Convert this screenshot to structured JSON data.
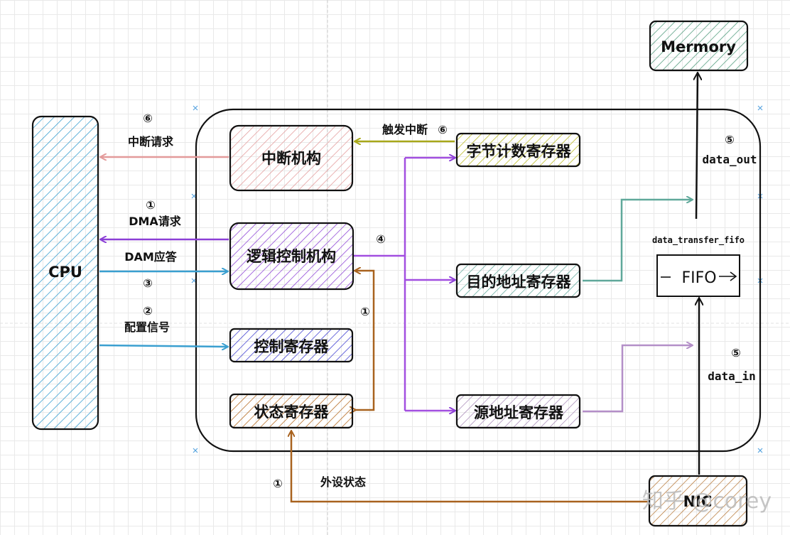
{
  "blocks": {
    "cpu": "CPU",
    "memory": "Mermory",
    "interrupt": "中断机构",
    "logic": "逻辑控制机构",
    "control_reg": "控制寄存器",
    "status_reg": "状态寄存器",
    "byte_counter": "字节计数寄存器",
    "dest_addr": "目的地址寄存器",
    "src_addr": "源地址寄存器",
    "fifo": "FIFO",
    "nic": "NIC"
  },
  "labels": {
    "irq_num": "⑥",
    "irq_text": "中断请求",
    "dma_req_num": "①",
    "dma_req_text": "DMA请求",
    "dam_ack_text": "DAM应答",
    "dam_ack_num": "③",
    "config_num": "②",
    "config_text": "配置信号",
    "trigger_text": "触发中断",
    "trigger_num": "⑥",
    "logic_out_num": "④",
    "status_num": "①",
    "peripheral_num": "①",
    "peripheral_text": "外设状态",
    "data_out_num": "⑤",
    "data_out_text": "data_out",
    "fifo_name": "data_transfer_fifo",
    "data_in_num": "⑤",
    "data_in_text": "data_in"
  },
  "watermark": "知乎 @corey",
  "colors": {
    "cpu": "#3a9fd0",
    "interrupt": "#e39a9a",
    "logic": "#8b3fd6",
    "control": "#3a3ad0",
    "status": "#b3661a",
    "byte_counter": "#b8b81a",
    "dest": "#5fa89a",
    "src": "#a88ab8",
    "memory": "#4d9a7a",
    "nic": "#b87a3a"
  }
}
